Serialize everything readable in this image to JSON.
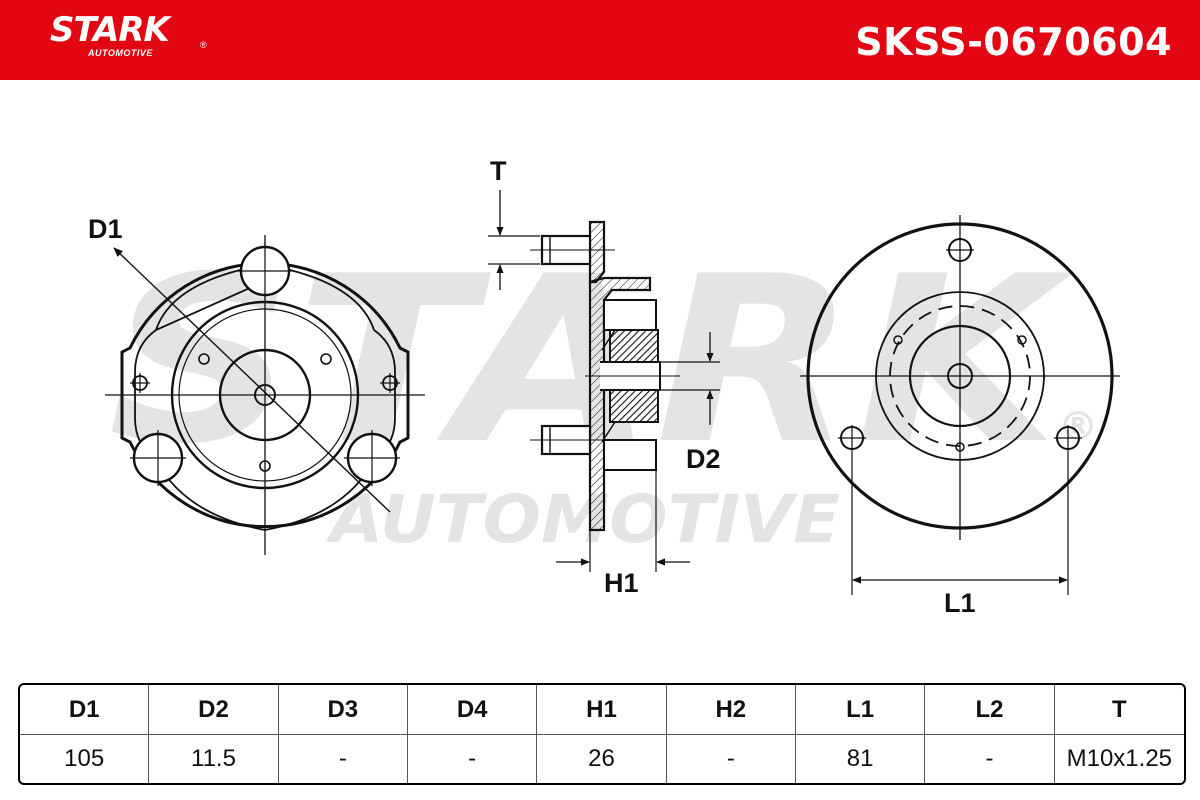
{
  "header": {
    "brand": "STARK",
    "brand_sub": "AUTOMOTIVE",
    "registered_mark": "®",
    "part_number": "SKSS-0670604",
    "color": "#e30613"
  },
  "watermark": {
    "brand": "STARK",
    "brand_sub": "AUTOMOTIVE",
    "registered_mark": "®"
  },
  "drawing": {
    "dimension_labels": {
      "D1": "D1",
      "D2": "D2",
      "H1": "H1",
      "L1": "L1",
      "T": "T"
    }
  },
  "spec_table": {
    "headers": [
      "D1",
      "D2",
      "D3",
      "D4",
      "H1",
      "H2",
      "L1",
      "L2",
      "T"
    ],
    "values": [
      "105",
      "11.5",
      "-",
      "-",
      "26",
      "-",
      "81",
      "-",
      "M10x1.25"
    ]
  }
}
